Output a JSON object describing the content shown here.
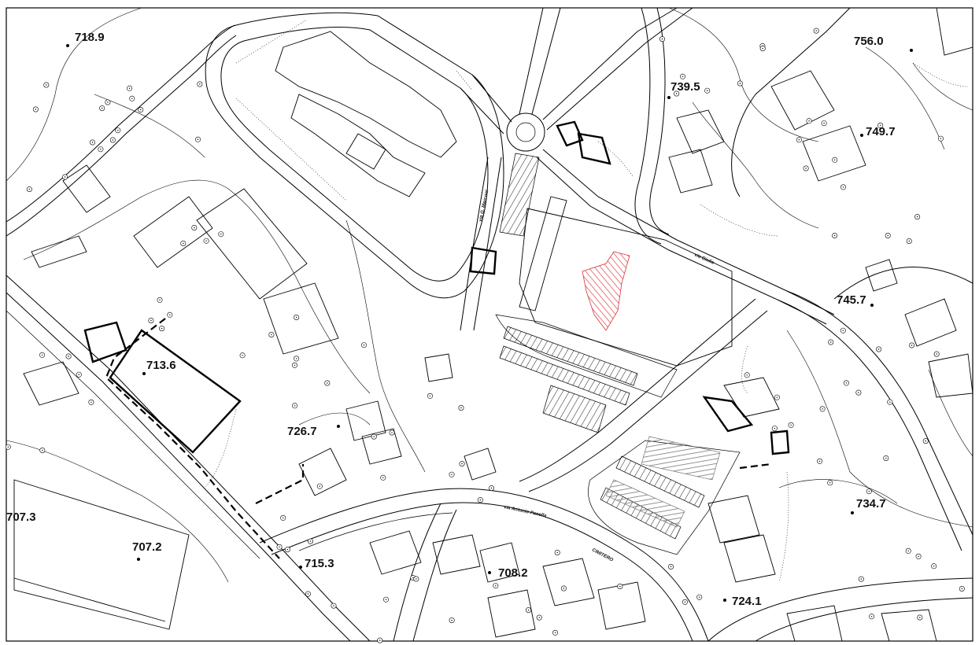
{
  "map": {
    "elevation_labels": [
      {
        "id": "e1",
        "text": "718.9"
      },
      {
        "id": "e2",
        "text": "756.0"
      },
      {
        "id": "e3",
        "text": "739.5"
      },
      {
        "id": "e4",
        "text": "749.7"
      },
      {
        "id": "e5",
        "text": "745.7"
      },
      {
        "id": "e6",
        "text": "713.6"
      },
      {
        "id": "e7",
        "text": "726.7"
      },
      {
        "id": "e8",
        "text": "734.7"
      },
      {
        "id": "e9",
        "text": "707.3"
      },
      {
        "id": "e10",
        "text": "707.2"
      },
      {
        "id": "e11",
        "text": "715.3"
      },
      {
        "id": "e12",
        "text": "708.2"
      },
      {
        "id": "e13",
        "text": "724.1"
      }
    ],
    "street_labels": [
      {
        "id": "s1",
        "text": "via Antonio Panella"
      },
      {
        "id": "s2",
        "text": "CIMITERO"
      },
      {
        "id": "s3",
        "text": "via Giulia"
      },
      {
        "id": "s4",
        "text": "via G. Marconi"
      }
    ],
    "colors": {
      "linework": "#000000",
      "highlight_hatch": "#d9343a",
      "background": "#ffffff"
    }
  }
}
